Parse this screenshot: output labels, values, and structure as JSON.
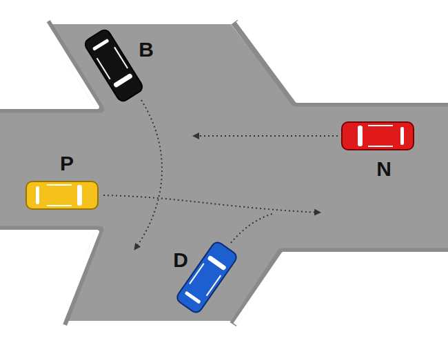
{
  "diagram": {
    "labels": [
      "B",
      "P",
      "N",
      "D"
    ]
  }
}
